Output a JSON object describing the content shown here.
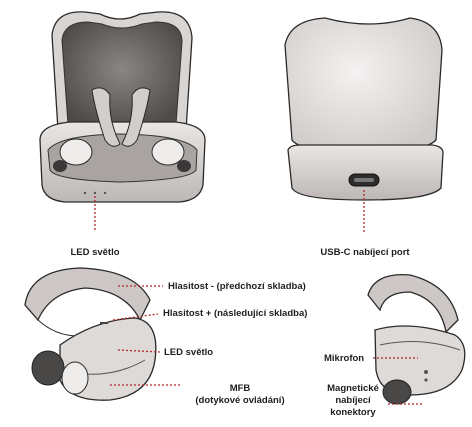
{
  "labels": {
    "led_light_case": "LED světlo",
    "usbc_port": "USB-C nabíjecí port",
    "volume_down": "Hlasitost - (předchozí skladba)",
    "volume_up": "Hlasitost + (následující skladba)",
    "led_light_bud": "LED světlo",
    "mfb_line1": "MFB",
    "mfb_line2": "(dotykové ovládání)",
    "microphone": "Mikrofon",
    "magnetic_line1": "Magnetické",
    "magnetic_line2": "nabíjecí",
    "magnetic_line3": "konektory"
  },
  "colors": {
    "leader_line": "#b3262a",
    "shell": "#dcd8d6",
    "outline": "#2a2a2a"
  }
}
